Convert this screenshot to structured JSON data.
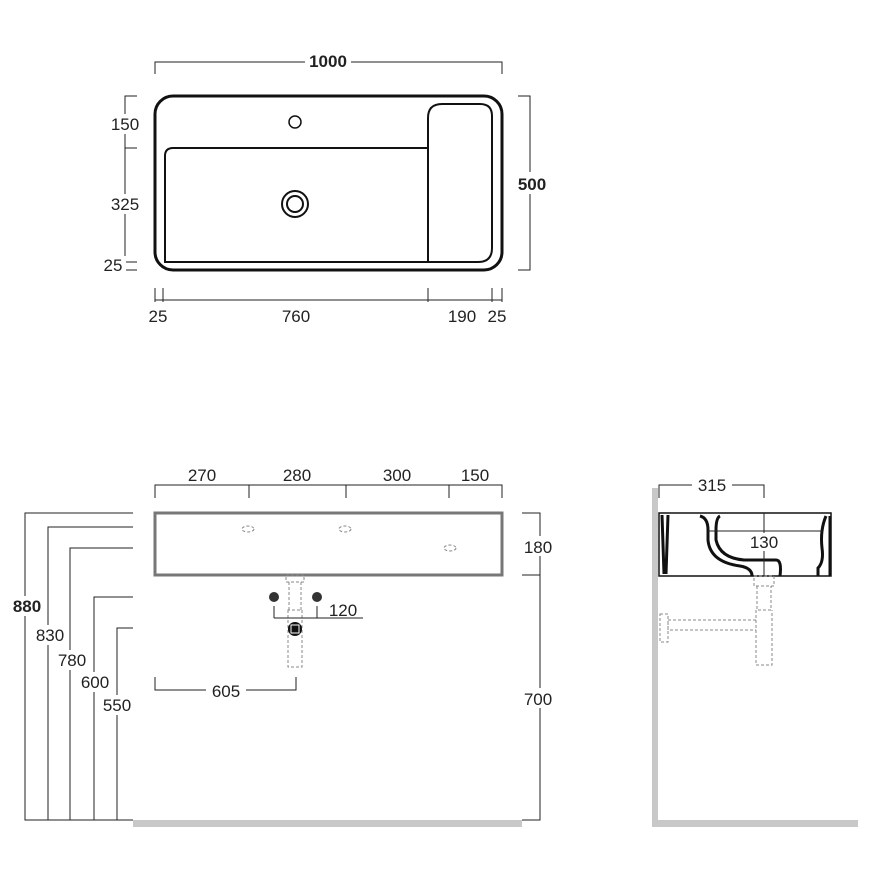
{
  "top_view": {
    "width": "1000",
    "depth": "500",
    "left_dims": [
      "150",
      "325",
      "25"
    ],
    "bottom_dims": [
      "25",
      "760",
      "190",
      "25"
    ]
  },
  "front_view": {
    "top_dims": [
      "270",
      "280",
      "300",
      "150"
    ],
    "basin_height": "180",
    "below_height": "700",
    "heights": [
      "880",
      "830",
      "780",
      "600",
      "550"
    ],
    "valve_spacing": "120",
    "drain_offset": "605"
  },
  "side_view": {
    "depth": "315",
    "bowl_depth": "130"
  }
}
